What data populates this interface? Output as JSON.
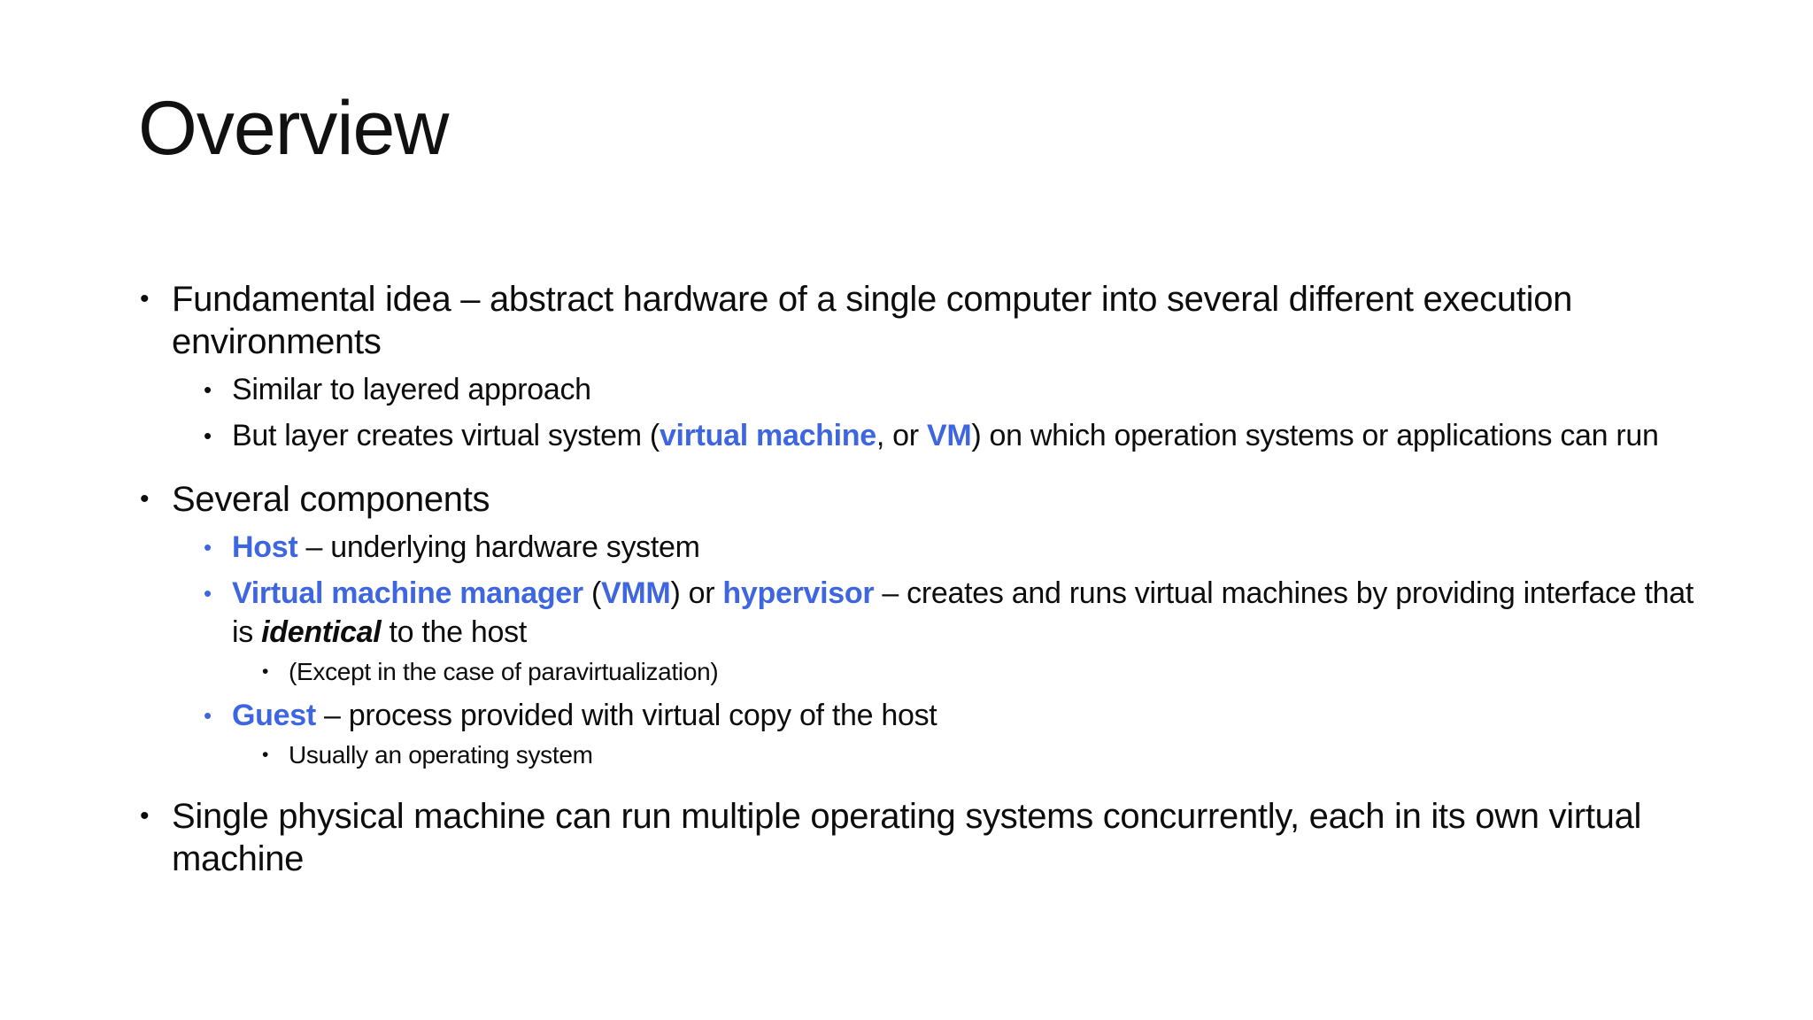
{
  "slide": {
    "title": "Overview",
    "colors": {
      "background": "#FFFFFF",
      "text": "#0D0D0D",
      "accent": "#3D66E0"
    },
    "bullets": [
      {
        "level": 1,
        "bullet_color": "text",
        "segments": [
          {
            "text": "Fundamental idea – abstract hardware of a single computer into several different execution environments",
            "style": "normal"
          }
        ]
      },
      {
        "level": 2,
        "bullet_color": "text",
        "segments": [
          {
            "text": "Similar to layered approach",
            "style": "normal"
          }
        ]
      },
      {
        "level": 2,
        "bullet_color": "text",
        "segments": [
          {
            "text": "But layer creates virtual system (",
            "style": "normal"
          },
          {
            "text": "virtual machine",
            "style": "accent-bold"
          },
          {
            "text": ", or ",
            "style": "normal"
          },
          {
            "text": "VM",
            "style": "accent-bold"
          },
          {
            "text": ") on which operation systems or applications can run",
            "style": "normal"
          }
        ]
      },
      {
        "level": 1,
        "bullet_color": "text",
        "segments": [
          {
            "text": "Several components",
            "style": "normal"
          }
        ]
      },
      {
        "level": 2,
        "bullet_color": "accent",
        "segments": [
          {
            "text": "Host",
            "style": "accent-bold"
          },
          {
            "text": " – underlying hardware system",
            "style": "normal"
          }
        ]
      },
      {
        "level": 2,
        "bullet_color": "accent",
        "segments": [
          {
            "text": "Virtual machine manager",
            "style": "accent-bold"
          },
          {
            "text": " (",
            "style": "normal"
          },
          {
            "text": "VMM",
            "style": "accent-bold"
          },
          {
            "text": ") or ",
            "style": "normal"
          },
          {
            "text": "hypervisor",
            "style": "accent-bold"
          },
          {
            "text": " – creates and runs virtual machines by providing interface that is ",
            "style": "normal"
          },
          {
            "text": "identical",
            "style": "bold-italic"
          },
          {
            "text": " to the host",
            "style": "normal"
          }
        ]
      },
      {
        "level": 3,
        "bullet_color": "text",
        "segments": [
          {
            "text": "(Except in the case of paravirtualization)",
            "style": "normal"
          }
        ]
      },
      {
        "level": 2,
        "bullet_color": "accent",
        "segments": [
          {
            "text": "Guest",
            "style": "accent-bold"
          },
          {
            "text": " – process provided with virtual copy of the host",
            "style": "normal"
          }
        ]
      },
      {
        "level": 3,
        "bullet_color": "text",
        "segments": [
          {
            "text": "Usually an operating system",
            "style": "normal"
          }
        ]
      },
      {
        "level": 1,
        "bullet_color": "text",
        "segments": [
          {
            "text": "Single physical machine can run multiple operating systems concurrently, each in its own virtual machine",
            "style": "normal"
          }
        ]
      }
    ],
    "bullet_glyph": "•"
  }
}
